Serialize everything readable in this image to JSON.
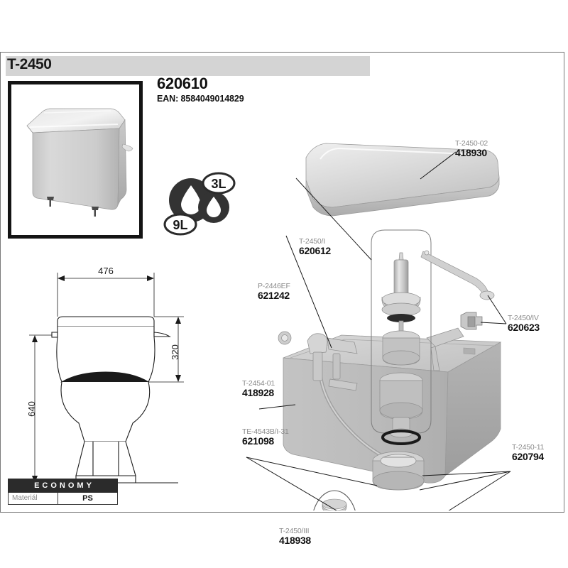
{
  "header": {
    "title": "T-2450"
  },
  "product": {
    "code": "620610",
    "ean_label": "EAN: 8584049014829",
    "photo_alt": "toilet-cistern-photo"
  },
  "water_badge": {
    "volume_large": "9L",
    "volume_small": "3L"
  },
  "dimensions": {
    "width_mm": "476",
    "total_height_mm": "640",
    "cistern_height_mm": "320"
  },
  "economy_table": {
    "header": "ECONOMY",
    "rows": [
      {
        "label": "Materiál",
        "value": "PS"
      }
    ]
  },
  "parts": [
    {
      "id": "lid",
      "code": "T-2450-02",
      "number": "418930"
    },
    {
      "id": "fill-valve",
      "code": "T-2450/I",
      "number": "620612"
    },
    {
      "id": "connector",
      "code": "T-2450/IV",
      "number": "620623"
    },
    {
      "id": "inlet-valve",
      "code": "P-2446EF",
      "number": "621242"
    },
    {
      "id": "tank-body",
      "code": "T-2454-01",
      "number": "418928"
    },
    {
      "id": "seal-ring",
      "code": "TE-4543B/I-31",
      "number": "621098"
    },
    {
      "id": "flush-outlet",
      "code": "T-2450-11",
      "number": "620794"
    },
    {
      "id": "bolt-set",
      "code": "T-2450/III",
      "number": "418938"
    }
  ],
  "colors": {
    "header_bar": "#d4d4d4",
    "code_text": "#8a8a8a",
    "number_text": "#111111",
    "part_gray": "#b9b9b9",
    "badge_dark": "#333333"
  }
}
